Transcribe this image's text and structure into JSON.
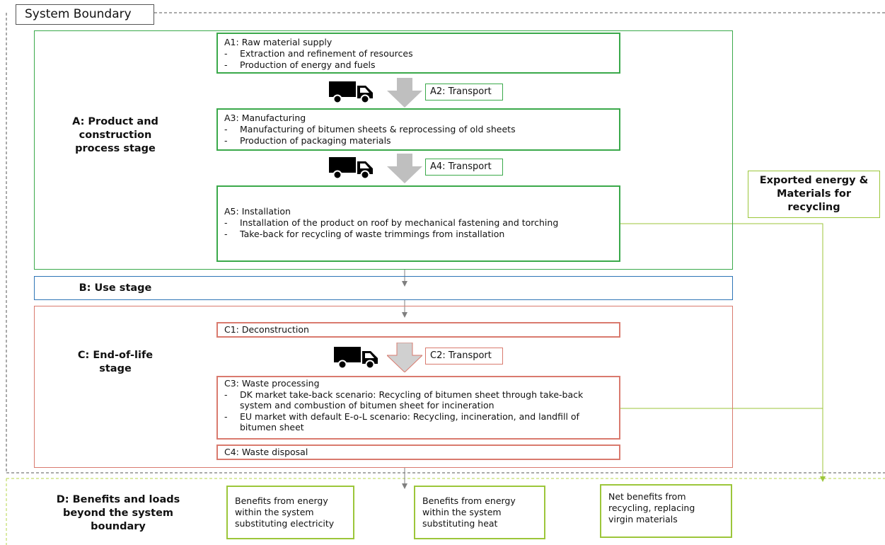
{
  "system_boundary": {
    "label": "System Boundary"
  },
  "stages": {
    "a": {
      "label": "A: Product and construction process stage",
      "lines": [
        "A: Product and",
        "construction",
        "process stage"
      ]
    },
    "b": {
      "label": "B: Use stage"
    },
    "c": {
      "label": "C: End-of-life stage",
      "lines": [
        "C: End-of-life",
        "stage"
      ]
    },
    "d": {
      "label": "D: Benefits and loads beyond the system boundary",
      "lines": [
        "D: Benefits and loads",
        "beyond the system",
        "boundary"
      ]
    }
  },
  "modules": {
    "a1": {
      "title": "A1: Raw material supply",
      "items": [
        "Extraction and refinement of resources",
        "Production of energy and fuels"
      ]
    },
    "a2": {
      "label": "A2: Transport"
    },
    "a3": {
      "title": "A3: Manufacturing",
      "items": [
        "Manufacturing of bitumen sheets & reprocessing of old sheets",
        "Production of packaging materials"
      ]
    },
    "a4": {
      "label": "A4: Transport"
    },
    "a5": {
      "title": "A5: Installation",
      "items": [
        "Installation of the product on roof by mechanical fastening and torching",
        "Take-back for recycling of waste trimmings from installation"
      ]
    },
    "c1": {
      "label": "C1: Deconstruction"
    },
    "c2": {
      "label": "C2: Transport"
    },
    "c3": {
      "title": "C3: Waste processing",
      "items": [
        {
          "lines": [
            "DK market take-back scenario: Recycling of bitumen sheet through take-back",
            "system and combustion of bitumen sheet for incineration"
          ]
        },
        {
          "lines": [
            "EU market with default E-o-L scenario: Recycling, incineration, and landfill of",
            "bitumen sheet"
          ]
        }
      ]
    },
    "c4": {
      "label": "C4: Waste disposal"
    }
  },
  "exported": {
    "lines": [
      "Exported energy &",
      "Materials for",
      "recycling"
    ]
  },
  "benefits": [
    {
      "lines": [
        "Benefits from energy",
        "within the system",
        "substituting electricity"
      ]
    },
    {
      "lines": [
        "Benefits from energy",
        "within the system",
        "substituting heat"
      ]
    },
    {
      "lines": [
        "Net benefits from",
        "recycling, replacing",
        "virgin materials"
      ]
    }
  ],
  "colors": {
    "green": "#3aa94a",
    "lime": "#9cc63a",
    "blue": "#2e75b6",
    "red": "#d97a6e",
    "gray_arrow": "#bfbfbf",
    "dash": "#555555"
  },
  "icons": {
    "truck": "truck-icon",
    "arrow": "down-arrow-icon"
  }
}
